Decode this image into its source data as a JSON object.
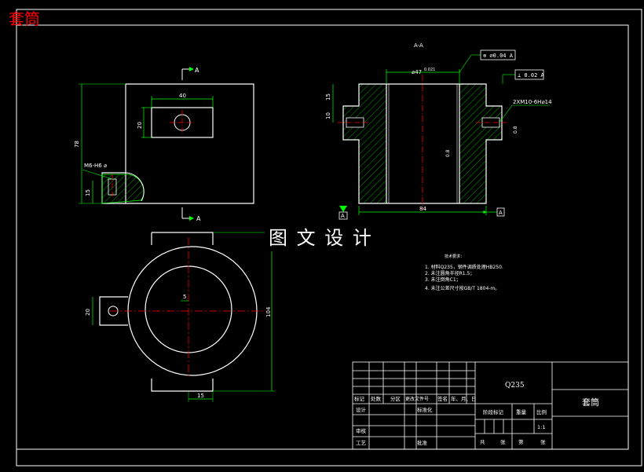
{
  "corner_title": "套筒",
  "watermark": "图 文 设 计",
  "section_label": "A-A",
  "section_arrow_label_top": "A",
  "section_arrow_label_bottom": "A",
  "front_view": {
    "dim_width": "40",
    "dim_slot": "20",
    "dim_height": "78",
    "dim_low": "15",
    "thread": "M6-H6 ⌀"
  },
  "section_view": {
    "dim_bore": "⌀47",
    "dim_bore_tol": "0.021",
    "dim_width": "84",
    "dim_15": "15",
    "dim_10": "10",
    "dim_side": "0.8",
    "dim_side2": "0.8",
    "holes": "2XM10-6H⌀14",
    "gdt_position": "⊚ ⌀0.04 A",
    "gdt_perp": "⊥ 0.02 A",
    "datum_letter": "A",
    "datum_letter_right": "A"
  },
  "top_view": {
    "dim_20": "20",
    "dim_5": "5",
    "dim_104": "104",
    "dim_15": "15"
  },
  "notes": {
    "heading": "技术要求：",
    "items": [
      "1. 材料Q235，钢件调质处理HB250.",
      "2. 未注圆角半径R1.5；",
      "3. 未注倒角C1；",
      "4. 未注公差尺寸按GB/T 1804-m。"
    ]
  },
  "title_block": {
    "material": "Q235",
    "part_name": "套筒",
    "h_marker": "标记",
    "h_count": "处数",
    "h_zone": "分区",
    "h_change_doc": "更改文件号",
    "h_sign": "签名",
    "h_date": "年、月、日",
    "h_design": "设计",
    "h_standard": "标准化",
    "h_stage": "阶段标记",
    "h_weight": "重量",
    "h_scale": "比例",
    "scale_value": "1:1",
    "h_review": "审核",
    "h_process": "工艺",
    "h_approve": "批准",
    "h_total": "共",
    "h_sheets": "张",
    "h_page": "第",
    "h_page_end": "张"
  },
  "colors": {
    "outline": "#ffffff",
    "center": "#ff0000",
    "dimension": "#00ff00",
    "hatch": "#00ff00",
    "title": "#ff0000"
  }
}
